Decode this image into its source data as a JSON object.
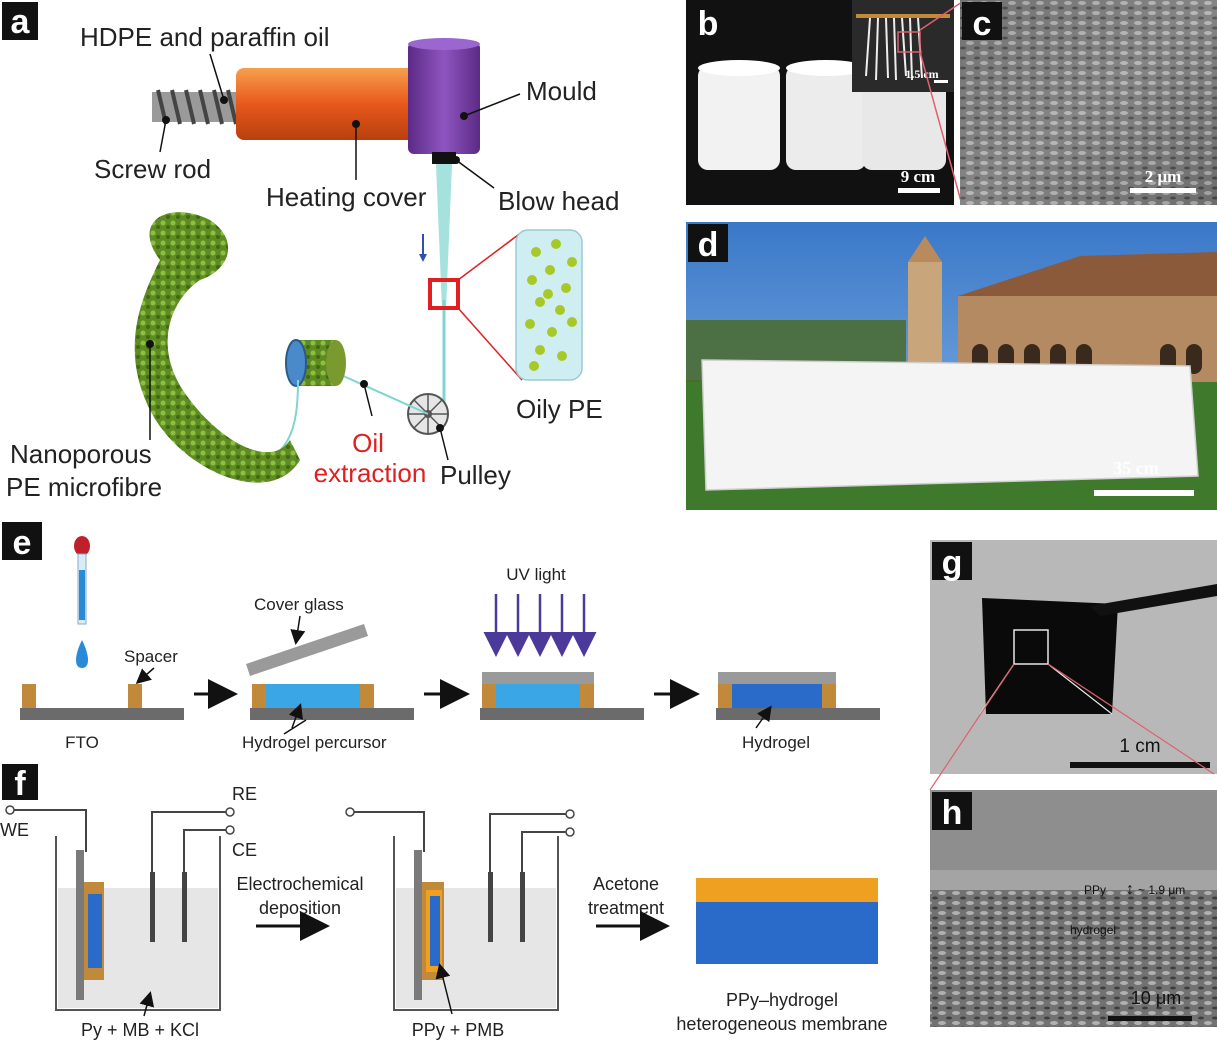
{
  "panels": {
    "a": {
      "letter": "a",
      "labels": {
        "hdpe": "HDPE and paraffin oil",
        "mould": "Mould",
        "screw_rod": "Screw rod",
        "heating_cover": "Heating cover",
        "blow_head": "Blow head",
        "oily_pe": "Oily PE",
        "nanoporous_1": "Nanoporous",
        "nanoporous_2": "PE microfibre",
        "oil": "Oil",
        "extraction": "extraction",
        "pulley": "Pulley"
      }
    },
    "b": {
      "letter": "b",
      "scale_main": "9 cm",
      "scale_inset": "1.5 cm"
    },
    "c": {
      "letter": "c",
      "scale": "2 μm"
    },
    "d": {
      "letter": "d",
      "scale": "35 cm"
    },
    "e": {
      "letter": "e",
      "labels": {
        "spacer": "Spacer",
        "fto": "FTO",
        "cover_glass": "Cover glass",
        "hydrogel_percursor": "Hydrogel percursor",
        "uv_light": "UV light",
        "hydrogel": "Hydrogel"
      }
    },
    "f": {
      "letter": "f",
      "labels": {
        "re": "RE",
        "we": "WE",
        "ce": "CE",
        "electrochemical": "Electrochemical",
        "deposition": "deposition",
        "acetone": "Acetone",
        "treatment": "treatment",
        "solution_1": "Py + MB + KCl",
        "solution_2": "PPy + PMB",
        "membrane_1": "PPy–hydrogel",
        "membrane_2": "heterogeneous membrane"
      }
    },
    "g": {
      "letter": "g",
      "scale": "1 cm"
    },
    "h": {
      "letter": "h",
      "ppy": "PPy",
      "thickness": "~ 1.9 μm",
      "hydrogel": "hydrogel",
      "scale": "10 μm"
    }
  },
  "colors": {
    "rod_orange": "#e8581c",
    "mould_purple": "#7a3fa8",
    "fiber_green": "#6a9a2a",
    "hydrogel_blue": "#3a86d4",
    "ppy_orange": "#f0a020",
    "spacer_brown": "#c08a3a",
    "substrate_grey": "#6b6b6b",
    "uv_purple": "#4b3a9a",
    "highlight_red": "#e02020"
  }
}
